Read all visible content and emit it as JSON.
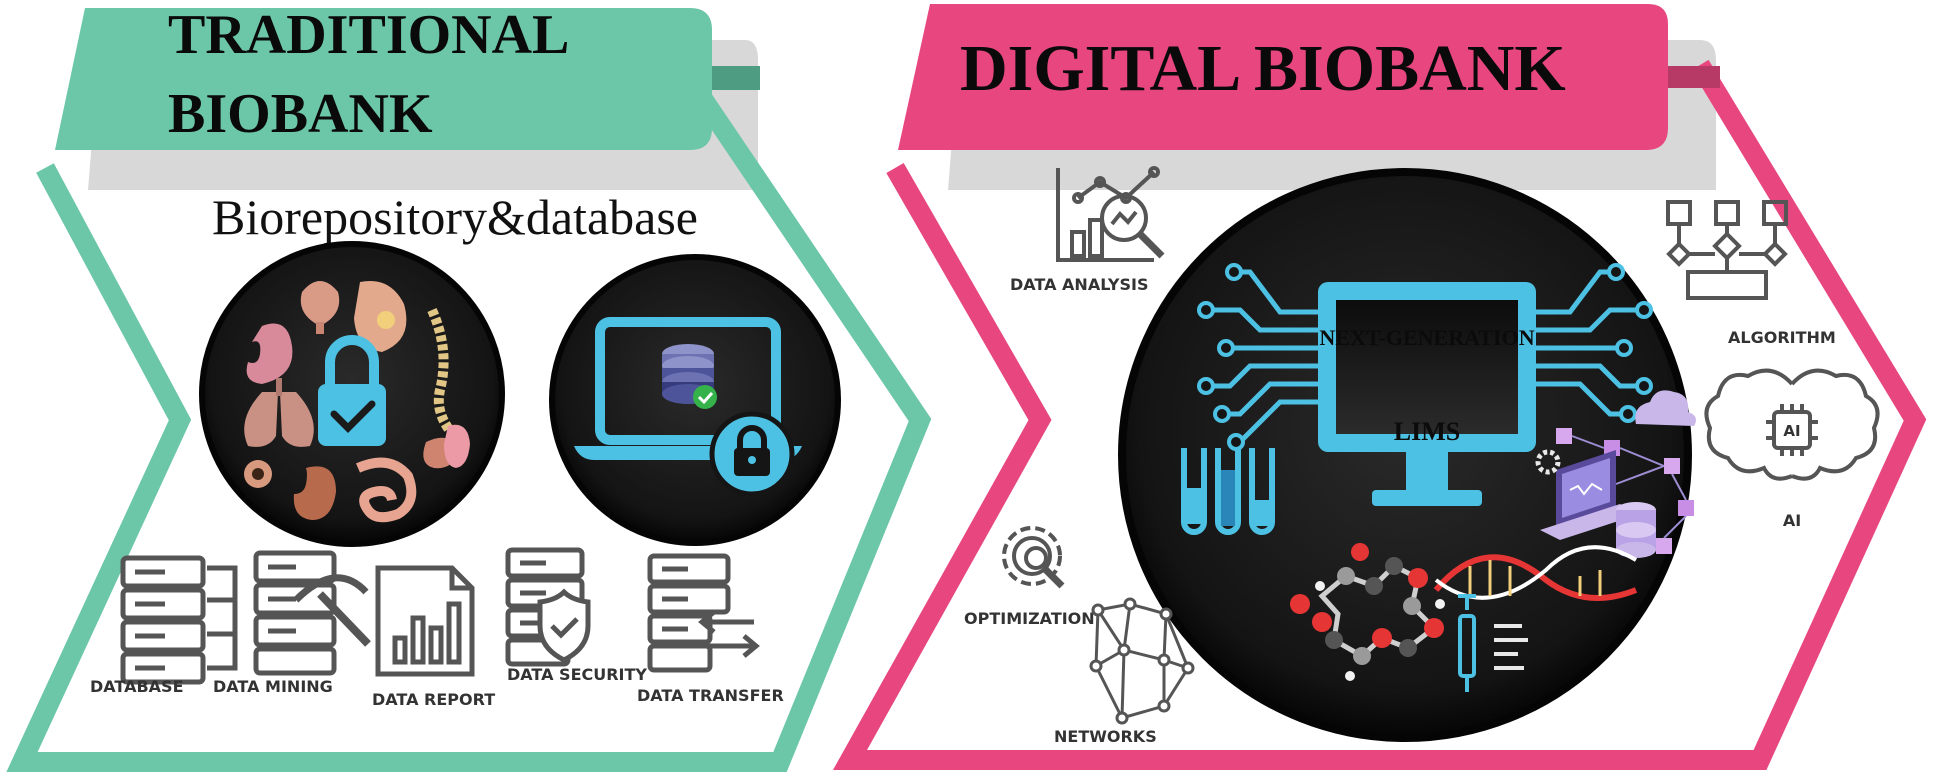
{
  "traditional": {
    "title_line1": "TRADITIONAL",
    "title_line2": "BIOBANK",
    "subtitle": "Biorepository&database",
    "labels": {
      "database": "DATABASE",
      "data_mining": "DATA MINING",
      "data_report": "DATA REPORT",
      "data_security": "DATA SECURITY",
      "data_transfer": "DATA TRANSFER"
    }
  },
  "digital": {
    "title": "DIGITAL BIOBANK",
    "lims_line1": "NEXT-GENERATION",
    "lims_line2": "LIMS",
    "labels": {
      "data_analysis": "DATA ANALYSIS",
      "algorithm": "ALGORITHM",
      "ai": "AI",
      "ai_chip": "AI",
      "optimization": "OPTIMIZATION",
      "networks": "NETWORKS"
    }
  },
  "colors": {
    "traditional_accent": "#6cc7a9",
    "digital_accent": "#e8467f",
    "shadow": "#d8d8d8",
    "circle_fill": "#151515",
    "icon_blue": "#4dc1e3",
    "icon_gray": "#444444"
  }
}
